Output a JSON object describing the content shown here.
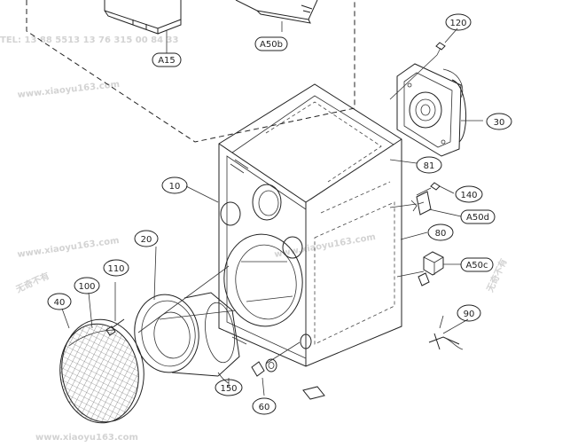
{
  "watermark": {
    "phone": "TEL: 13 88 5513  13 76 315 00  84 33",
    "site": "www.xiaoyu163.com",
    "brand": "无奇不有",
    "footer": "www.xiaoyu163.com",
    "color": "#d3d3d3"
  },
  "callouts": [
    {
      "id": "a15",
      "label": "A15"
    },
    {
      "id": "a50b",
      "label": "A50b"
    },
    {
      "id": "120",
      "label": "120"
    },
    {
      "id": "30",
      "label": "30"
    },
    {
      "id": "81",
      "label": "81"
    },
    {
      "id": "10",
      "label": "10"
    },
    {
      "id": "140",
      "label": "140"
    },
    {
      "id": "a50d",
      "label": "A50d"
    },
    {
      "id": "80",
      "label": "80"
    },
    {
      "id": "20",
      "label": "20"
    },
    {
      "id": "a50c",
      "label": "A50c"
    },
    {
      "id": "110",
      "label": "110"
    },
    {
      "id": "100",
      "label": "100"
    },
    {
      "id": "40",
      "label": "40"
    },
    {
      "id": "90",
      "label": "90"
    },
    {
      "id": "150",
      "label": "150"
    },
    {
      "id": "60",
      "label": "60"
    }
  ]
}
